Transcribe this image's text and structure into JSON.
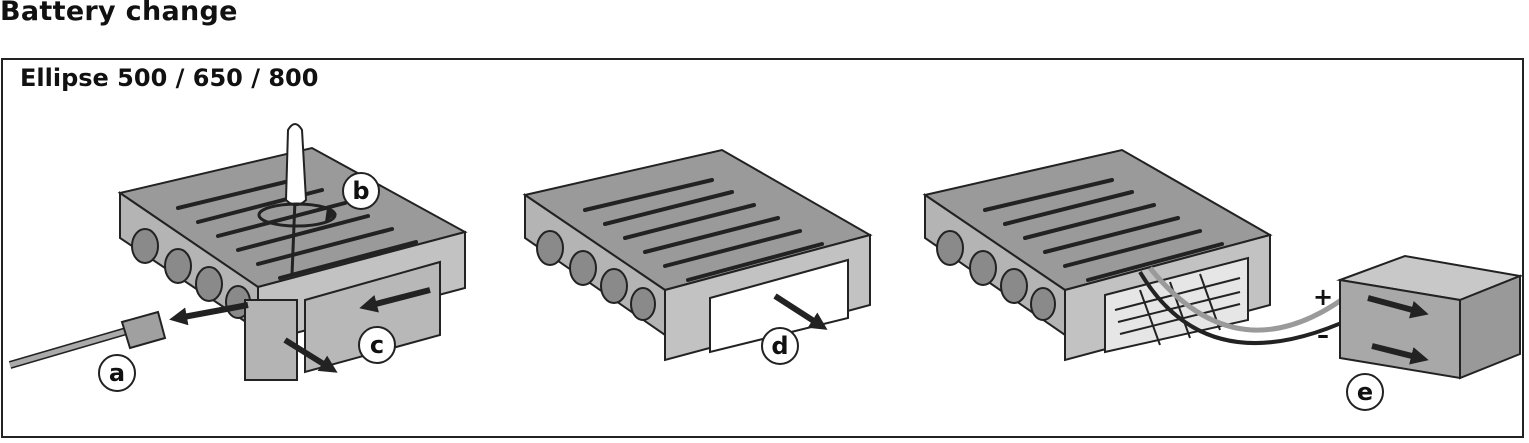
{
  "heading": "Battery change",
  "model": "Ellipse 500 / 650 / 800",
  "steps": {
    "a": "a",
    "b": "b",
    "c": "c",
    "d": "d",
    "e": "e"
  },
  "polarity": {
    "plus": "+",
    "minus": "–"
  },
  "colors": {
    "device_top": "#9a9a9a",
    "device_front": "#b4b4b4",
    "outline": "#222222",
    "arrow": "#222222",
    "battery": "#a8a8a8",
    "white": "#ffffff"
  }
}
